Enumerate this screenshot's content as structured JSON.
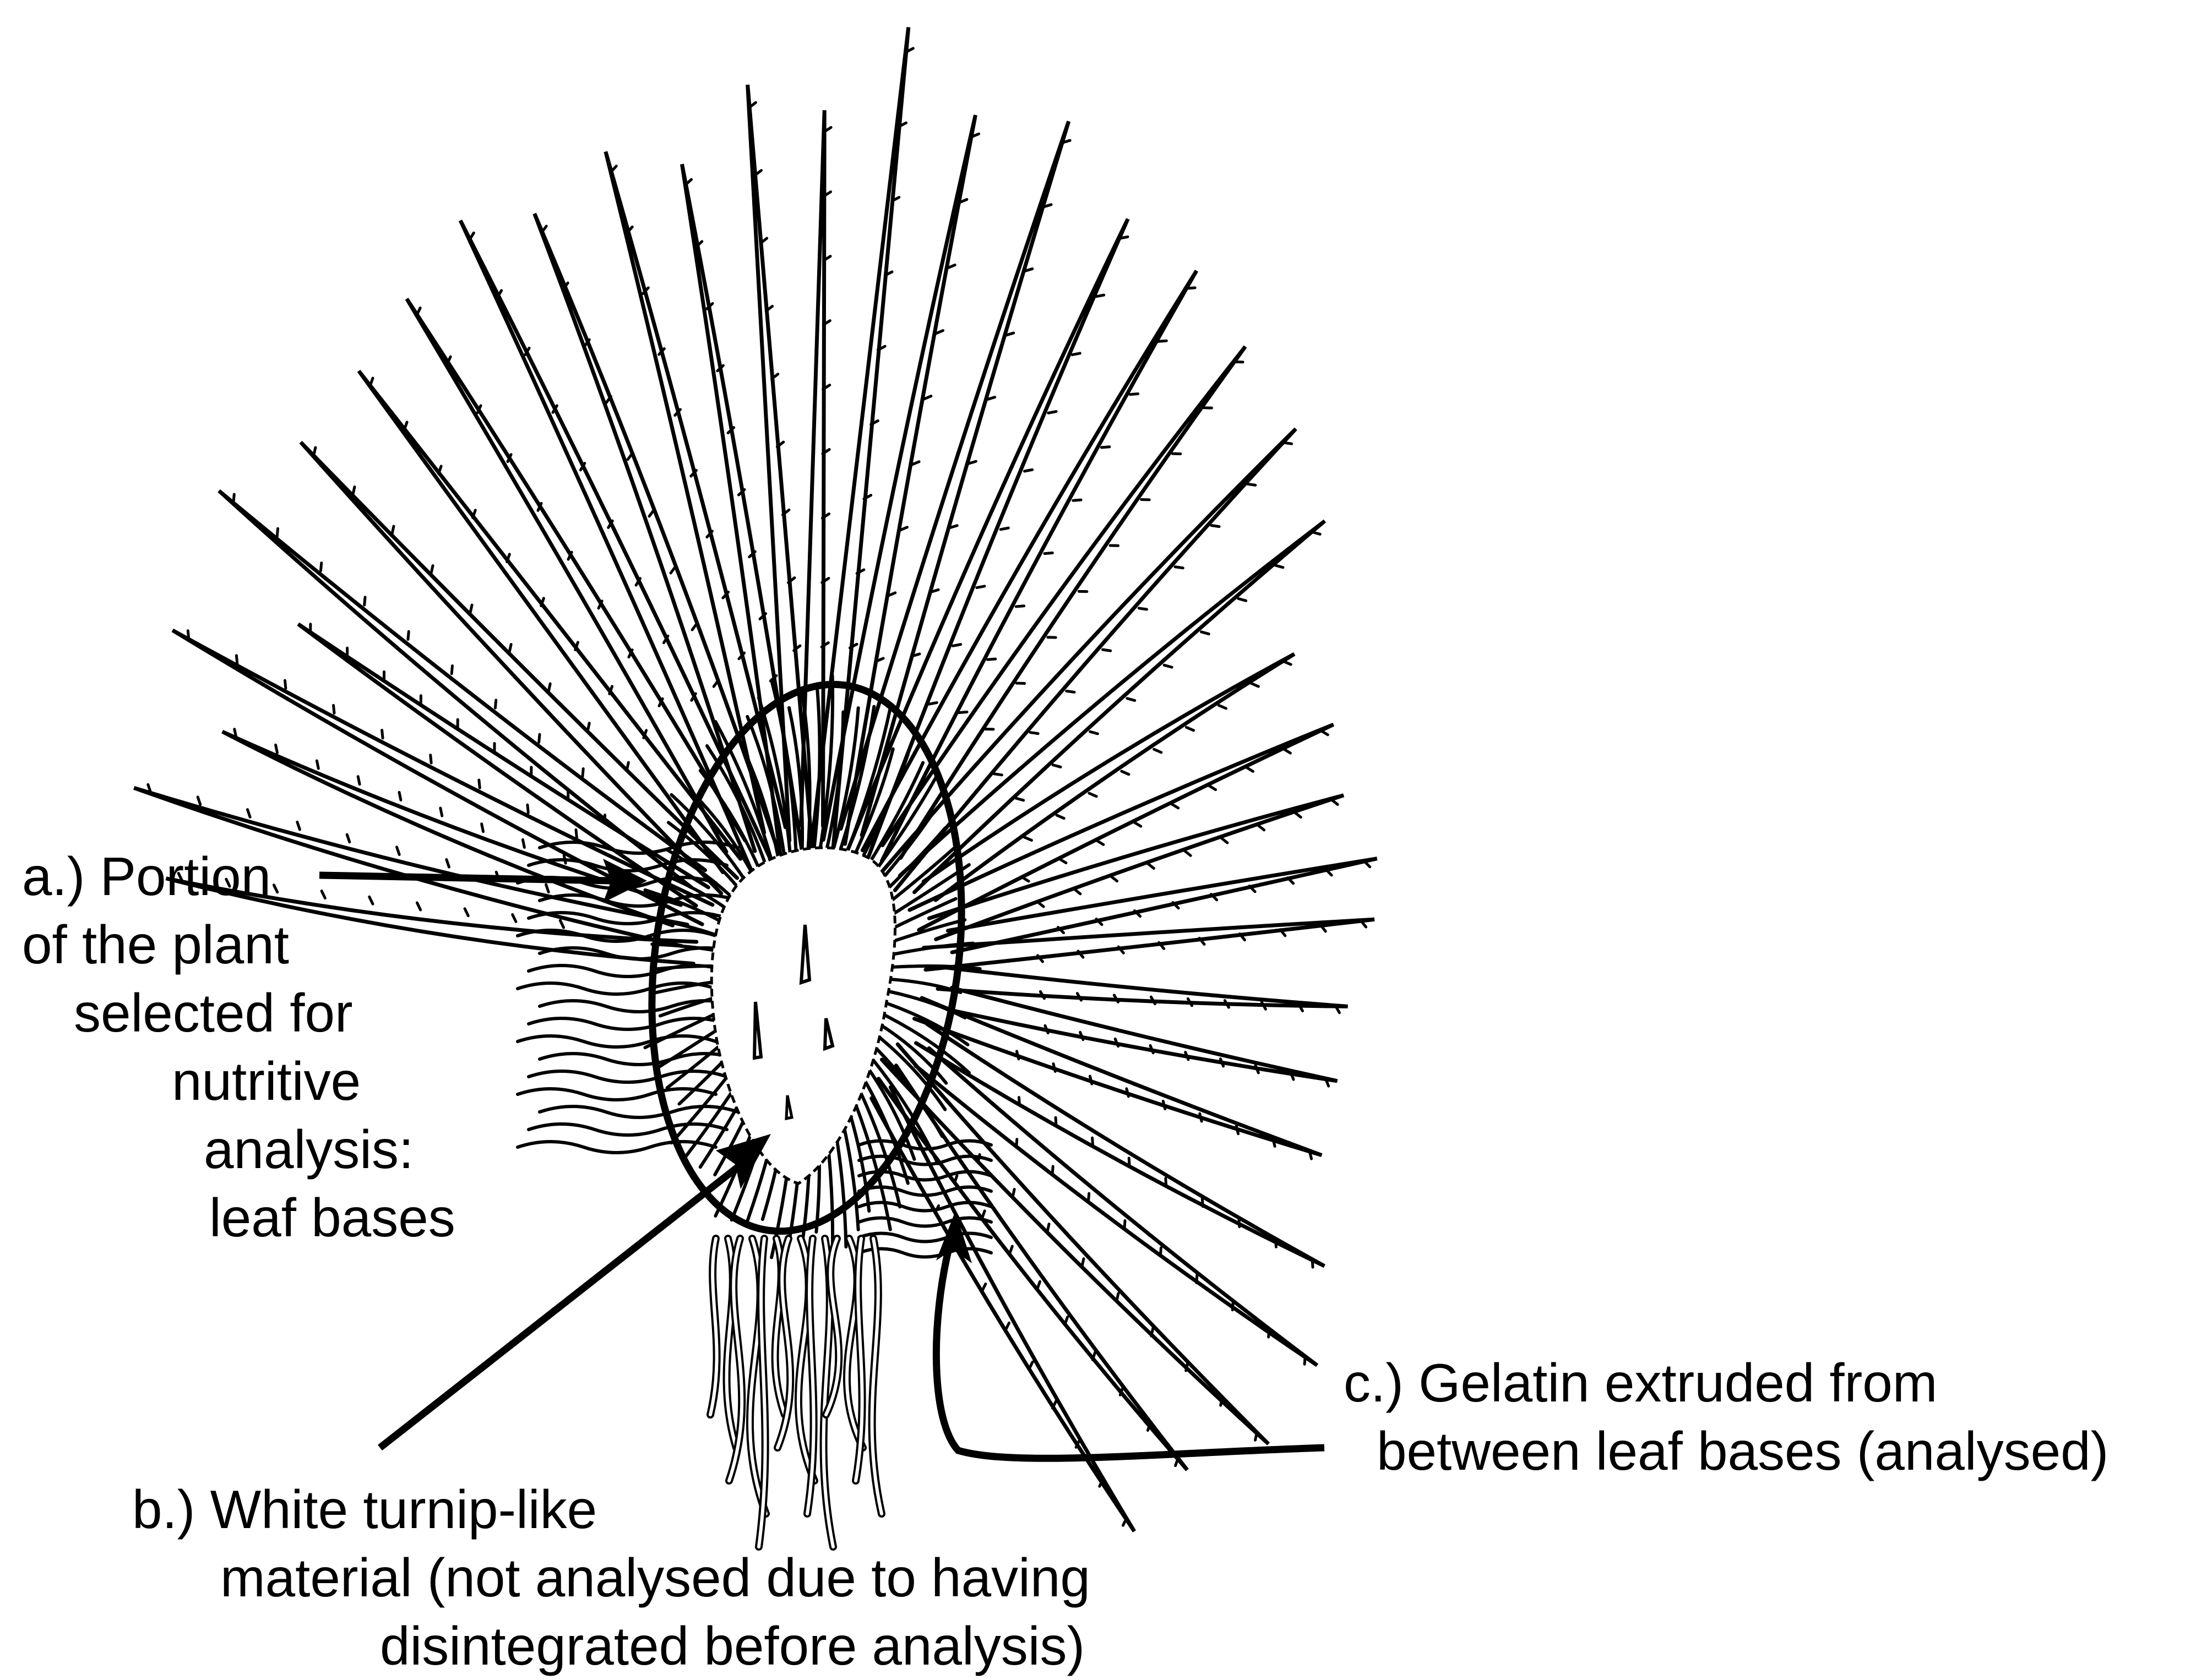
{
  "labels": {
    "a": {
      "lines": [
        "a.) Portion",
        "of the plant",
        "selected for",
        "nutritive",
        "analysis:",
        "leaf bases"
      ]
    },
    "b": {
      "lines": [
        "b.) White turnip-like",
        "material (not analysed due to having",
        "disintegrated before analysis)"
      ]
    },
    "c": {
      "lines": [
        "c.) Gelatin extruded from",
        "between leaf bases (analysed)"
      ]
    }
  },
  "colors": {
    "ink": "#000000",
    "background": "#ffffff"
  },
  "icons": {
    "plant": "agave-rosette-illustration",
    "arrows": "pointer-arrow"
  }
}
